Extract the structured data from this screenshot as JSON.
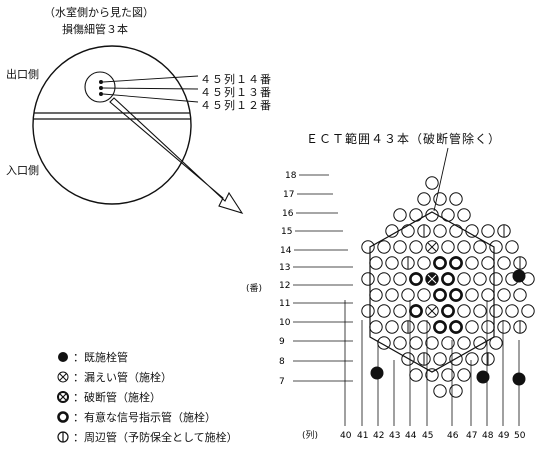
{
  "left_view": {
    "caption_line1": "（水室側から見た図）",
    "caption_line2": "損傷細管３本",
    "outlet_label": "出口側",
    "inlet_label": "入口側",
    "tubes": [
      "４５列１４番",
      "４５列１３番",
      "４５列１２番"
    ]
  },
  "right_view": {
    "ect_label": "ＥＣＴ範囲４３本（破断管除く）",
    "row_axis_label": "(番)",
    "column_axis_label": "(列)",
    "row_numbers": [
      "18",
      "17",
      "16",
      "15",
      "14",
      "13",
      "12",
      "11",
      "10",
      "9",
      "8",
      "7"
    ],
    "column_numbers": [
      "40",
      "41",
      "42",
      "43",
      "44",
      "45",
      "46",
      "47",
      "48",
      "49",
      "50"
    ]
  },
  "legend": [
    {
      "symbol": "filled-circle",
      "label": "：既施栓管"
    },
    {
      "symbol": "crossed-circle",
      "label": "：漏えい管（施栓）"
    },
    {
      "symbol": "crossed-bold-circle",
      "label": "：破断管（施栓）"
    },
    {
      "symbol": "bold-circle",
      "label": "：有意な信号指示管（施栓）"
    },
    {
      "symbol": "slashed-circle",
      "label": "：周辺管（予防保全として施栓）"
    }
  ]
}
